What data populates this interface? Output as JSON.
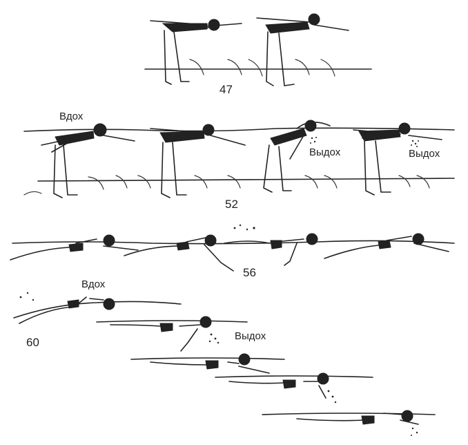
{
  "figure_numbers": {
    "fig47": "47",
    "fig52": "52",
    "fig56": "56",
    "fig60": "60"
  },
  "labels": {
    "inhale_52": "Вдох",
    "exhale_52_a": "Выдох",
    "exhale_52_b": "Выдох",
    "inhale_60": "Вдох",
    "exhale_60": "Выдох"
  },
  "colors": {
    "ink": "#222222",
    "background": "#ffffff"
  }
}
